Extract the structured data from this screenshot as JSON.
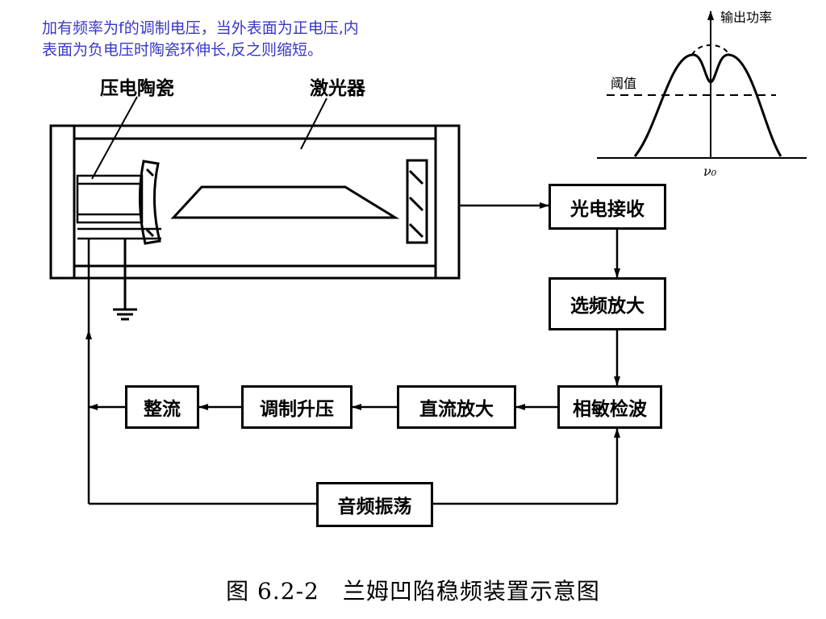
{
  "note": {
    "line1": "加有频率为f的调制电压，当外表面为正电压,内",
    "line2": "表面为负电压时陶瓷环伸长,反之则缩短。"
  },
  "labels": {
    "piezo": "压电陶瓷",
    "laser": "激光器"
  },
  "inset": {
    "y_axis": "输出功率",
    "threshold": "阈值",
    "x_tick": "ν₀"
  },
  "boxes": {
    "photo_receiver": "光电接收",
    "selective_amp": "选频放大",
    "phase_detector": "相敏检波",
    "dc_amp": "直流放大",
    "mod_boost": "调制升压",
    "rectifier": "整流",
    "audio_osc": "音频振荡"
  },
  "caption": "图 6.2-2　兰姆凹陷稳频装置示意图",
  "colors": {
    "note": "#3a37c8",
    "line": "#000000"
  }
}
